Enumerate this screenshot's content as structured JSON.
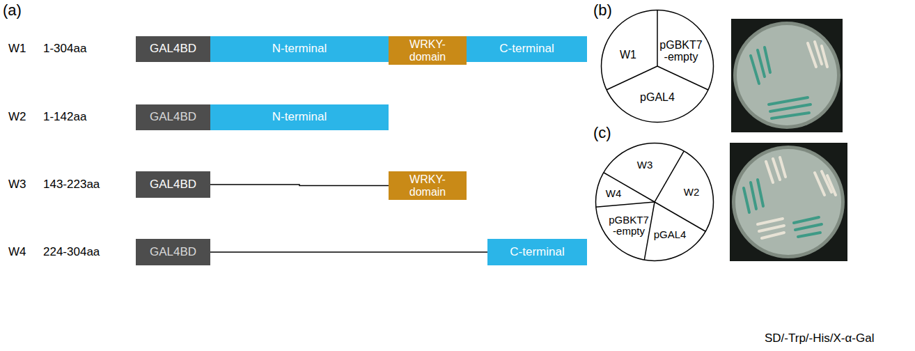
{
  "diagram": {
    "nodes": [
      {
        "text": [
          "GAL4BD"
        ]
      },
      {
        "text": [
          "N-terminal"
        ]
      },
      {
        "text": [
          "WRKY- domain"
        ]
      },
      {
        "text": [
          "C-terminal"
        ]
      },
      {
        "text": [
          "GAL4BD"
        ]
      },
      {
        "text": [
          "N-terminal"
        ]
      },
      {
        "text": [
          "GAL4BD"
        ]
      },
      {
        "text": [
          "WRKY- domain"
        ]
      },
      {
        "text": [
          "GAL4BD"
        ]
      },
      {
        "text": [
          "C-terminal"
        ]
      },
      {
        "text": [
          "W1",
          "pGBKT7 -empty",
          "pGAL4"
        ]
      },
      {
        "text": [
          "W3",
          "W2",
          "pGAL4",
          "pGBKT7 -empty",
          "W4"
        ]
      }
    ],
    "edges": [
      {
        "from": 6,
        "to": 7,
        "arrow": "none"
      },
      {
        "from": 8,
        "to": 9,
        "arrow": "none"
      }
    ],
    "labels": [
      "(a)",
      "W1",
      "1-304aa",
      "W2",
      "1-142aa",
      "W3",
      "143-223aa",
      "W4",
      "224-304aa",
      "(b)",
      "(c)",
      "SD/-Trp/-His/X-α-Gal"
    ]
  }
}
